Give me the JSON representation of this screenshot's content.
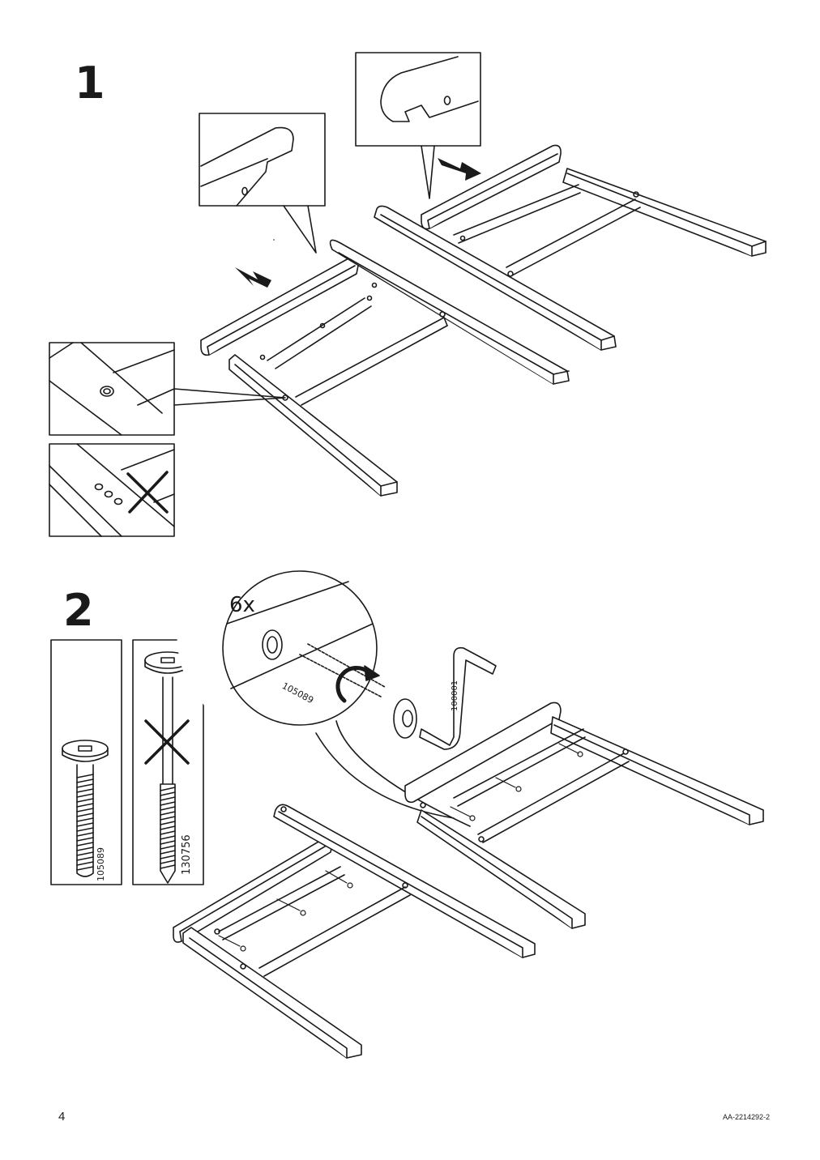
{
  "page": {
    "number": "4",
    "doc_code": "AA-2214292-2"
  },
  "steps": [
    {
      "number": "1"
    },
    {
      "number": "2"
    }
  ],
  "step2": {
    "quantity": "6x",
    "bolt_part": "105089",
    "wrong_bolt_part": "130756",
    "key_part": "100001"
  }
}
